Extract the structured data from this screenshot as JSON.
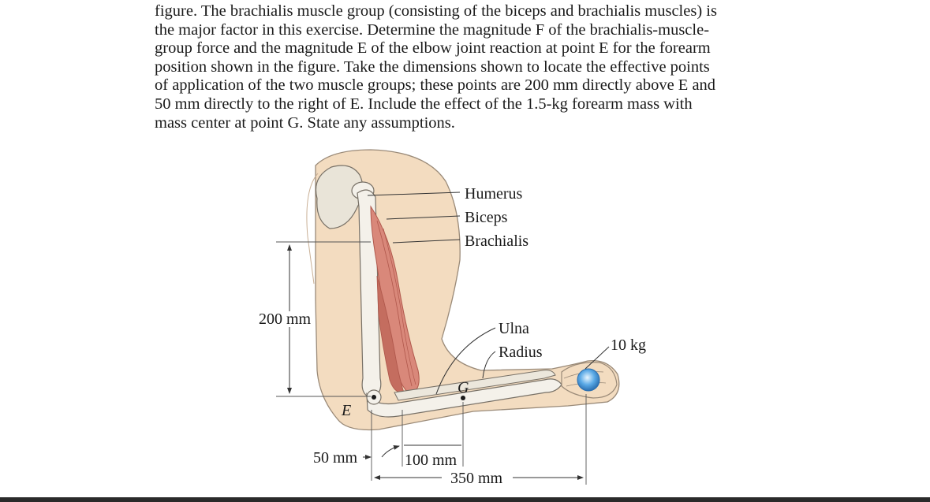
{
  "problem_text": {
    "lines": [
      "figure. The brachialis muscle group (consisting of the biceps and brachialis muscles) is",
      "the major factor in this exercise. Determine the magnitude F of the brachialis-muscle-",
      "group force and the magnitude E of the elbow joint reaction at point E for the forearm",
      "position shown in the figure. Take the dimensions shown to locate the effective points",
      "of application of the two muscle groups; these points are 200 mm directly above E and",
      "50 mm directly to the right of E. Include the effect of the 1.5-kg forearm mass with",
      "mass center at point G. State any assumptions."
    ]
  },
  "figure": {
    "labels": {
      "humerus": "Humerus",
      "biceps": "Biceps",
      "brachialis": "Brachialis",
      "ulna": "Ulna",
      "radius": "Radius",
      "mass": "10 kg",
      "point_g": "G",
      "point_e": "E"
    },
    "dimensions": {
      "vertical": "200 mm",
      "d50": "50 mm",
      "d100": "100 mm",
      "d350": "350 mm"
    },
    "colors": {
      "skin": "#f3dcc0",
      "skin_outline": "#9a8a78",
      "bone": "#f4f1ea",
      "bone_outline": "#777066",
      "muscle": "#d9887a",
      "muscle_dark": "#b0584c",
      "weight": "#5aa9e6"
    }
  }
}
